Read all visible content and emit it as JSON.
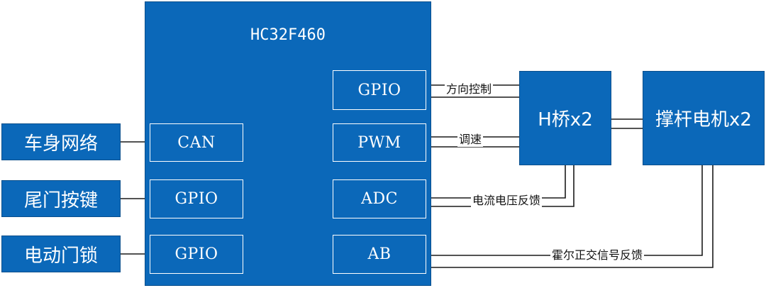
{
  "mcu": {
    "title": "HC32F460"
  },
  "left_boxes": [
    {
      "label": "车身网络"
    },
    {
      "label": "尾门按键"
    },
    {
      "label": "电动门锁"
    }
  ],
  "left_pins": [
    {
      "label": "CAN"
    },
    {
      "label": "GPIO"
    },
    {
      "label": "GPIO"
    }
  ],
  "right_pins": [
    {
      "label": "GPIO"
    },
    {
      "label": "PWM"
    },
    {
      "label": "ADC"
    },
    {
      "label": "AB"
    }
  ],
  "h_bridge": {
    "label": "H桥x2"
  },
  "motor": {
    "label": "撑杆电机x2"
  },
  "signals": {
    "direction": "方向控制",
    "speed": "调速",
    "current_voltage_feedback": "电流电压反馈",
    "hall_feedback": "霍尔正交信号反馈"
  },
  "colors": {
    "block_fill": "#0b68b9",
    "text": "#ffffff",
    "line": "#1a1a1a"
  }
}
